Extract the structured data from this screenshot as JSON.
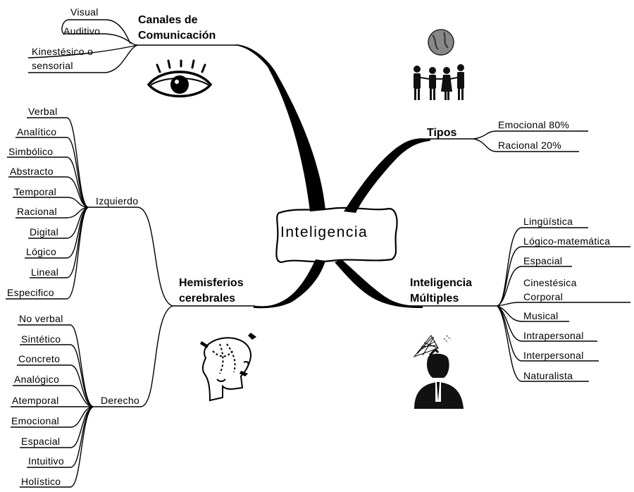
{
  "center": {
    "label": "Inteligencia"
  },
  "branches": {
    "canales": {
      "title_line1": "Canales de",
      "title_line2": "Comunicación",
      "items": [
        "Visual",
        "Auditivo",
        "Kinestésico o",
        "sensorial"
      ]
    },
    "tipos": {
      "title": "Tipos",
      "items": [
        "Emocional 80%",
        "Racional 20%"
      ]
    },
    "multiples": {
      "title_line1": "Inteligencia",
      "title_line2": "Múltiples",
      "items": [
        "Lingüística",
        "Lógico-matemática",
        "Espacial",
        "Cinestésica",
        "Corporal",
        "Musical",
        "Intrapersonal",
        "Interpersonal",
        "Naturalista"
      ]
    },
    "hemisferios": {
      "title_line1": "Hemisferios",
      "title_line2": "cerebrales",
      "izquierdo": {
        "label": "Izquierdo",
        "items": [
          "Verbal",
          "Analítico",
          "Simbólico",
          "Abstracto",
          "Temporal",
          "Racional",
          "Digital",
          "Lógico",
          "Lineal",
          "Especifico"
        ]
      },
      "derecho": {
        "label": "Derecho",
        "items": [
          "No verbal",
          "Sintético",
          "Concreto",
          "Analógico",
          "Atemporal",
          "Emocional",
          "Espacial",
          "Intuitivo",
          "Holístico"
        ]
      }
    }
  },
  "illustrations": {
    "eye": "eye-icon",
    "globe_people": "globe-people-icon",
    "head": "head-hemispheres-icon",
    "thinker": "thinker-net-icon"
  }
}
